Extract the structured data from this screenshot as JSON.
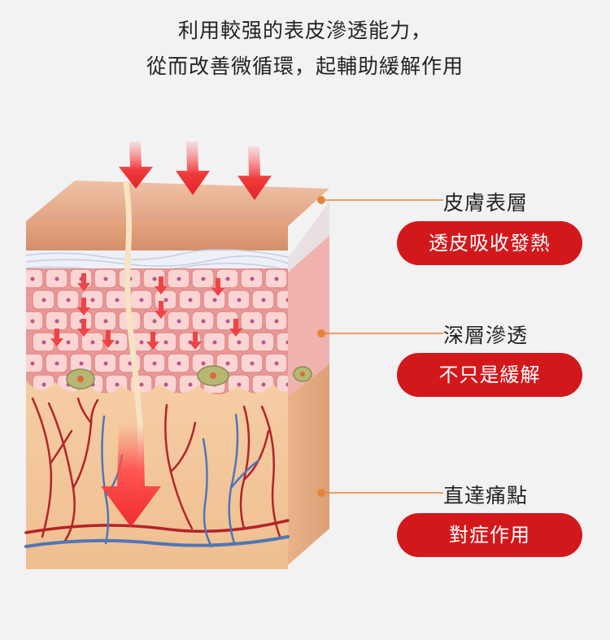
{
  "headline": {
    "line1": "利用較强的表皮滲透能力，",
    "line2": "從而改善微循環，起輔助緩解作用"
  },
  "layers": [
    {
      "label": "皮膚表層",
      "badge": "透皮吸收發熱"
    },
    {
      "label": "深層滲透",
      "badge": "不只是緩解"
    },
    {
      "label": "直達痛點",
      "badge": "對症作用"
    }
  ],
  "colors": {
    "accent_red": "#d3181c",
    "leader_line": "#e8833a",
    "skin_top": "#e6b08f",
    "dermis": "#f3c79a",
    "vein": "#4f76b5",
    "artery": "#b3232a"
  }
}
